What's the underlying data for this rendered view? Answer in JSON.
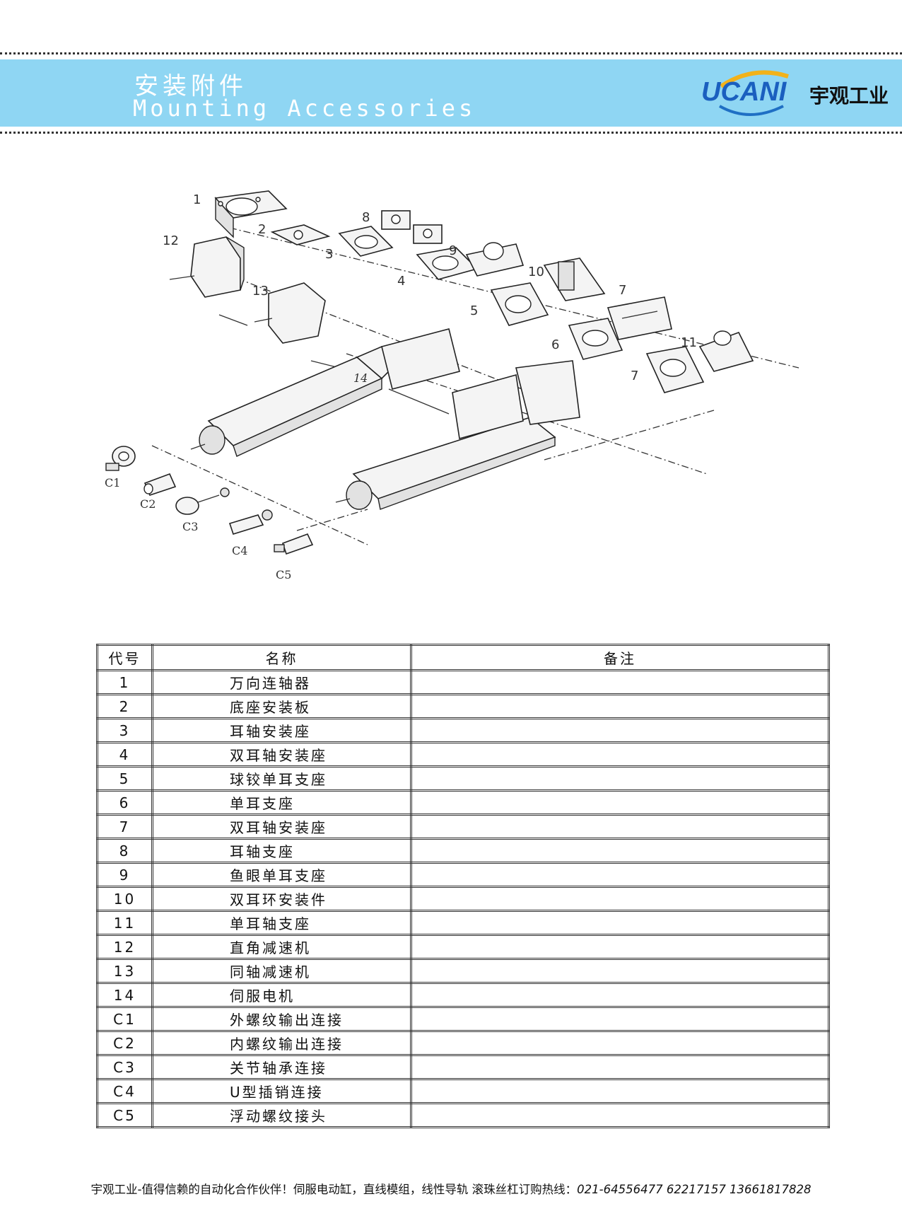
{
  "header": {
    "title_cn": "安装附件",
    "title_en": "Mounting Accessories",
    "brand_logo_text": "UCANI",
    "brand_cn": "宇观工业"
  },
  "diagram": {
    "labels": [
      "1",
      "2",
      "3",
      "4",
      "5",
      "6",
      "7",
      "7",
      "8",
      "9",
      "10",
      "11",
      "12",
      "13",
      "14",
      "C1",
      "C2",
      "C3",
      "C4",
      "C5"
    ]
  },
  "table": {
    "headers": [
      "代号",
      "名称",
      "备注"
    ],
    "rows": [
      {
        "code": "1",
        "name": "万向连轴器",
        "note": ""
      },
      {
        "code": "2",
        "name": "底座安装板",
        "note": ""
      },
      {
        "code": "3",
        "name": "耳轴安装座",
        "note": ""
      },
      {
        "code": "4",
        "name": "双耳轴安装座",
        "note": ""
      },
      {
        "code": "5",
        "name": "球铰单耳支座",
        "note": ""
      },
      {
        "code": "6",
        "name": "单耳支座",
        "note": ""
      },
      {
        "code": "7",
        "name": "双耳轴安装座",
        "note": ""
      },
      {
        "code": "8",
        "name": "耳轴支座",
        "note": ""
      },
      {
        "code": "9",
        "name": "鱼眼单耳支座",
        "note": ""
      },
      {
        "code": "10",
        "name": "双耳环安装件",
        "note": ""
      },
      {
        "code": "11",
        "name": "单耳轴支座",
        "note": ""
      },
      {
        "code": "12",
        "name": "直角减速机",
        "note": ""
      },
      {
        "code": "13",
        "name": "同轴减速机",
        "note": ""
      },
      {
        "code": "14",
        "name": "伺服电机",
        "note": ""
      },
      {
        "code": "C1",
        "name": "外螺纹输出连接",
        "note": ""
      },
      {
        "code": "C2",
        "name": "内螺纹输出连接",
        "note": ""
      },
      {
        "code": "C3",
        "name": "关节轴承连接",
        "note": ""
      },
      {
        "code": "C4",
        "name": "U型插销连接",
        "note": ""
      },
      {
        "code": "C5",
        "name": "浮动螺纹接头",
        "note": ""
      }
    ]
  },
  "footer": {
    "text": "宇观工业-值得信赖的自动化合作伙伴！伺服电动缸，直线模组，线性导轨 滚珠丝杠订购热线：",
    "phones": "021-64556477  62217157 13661817828"
  }
}
